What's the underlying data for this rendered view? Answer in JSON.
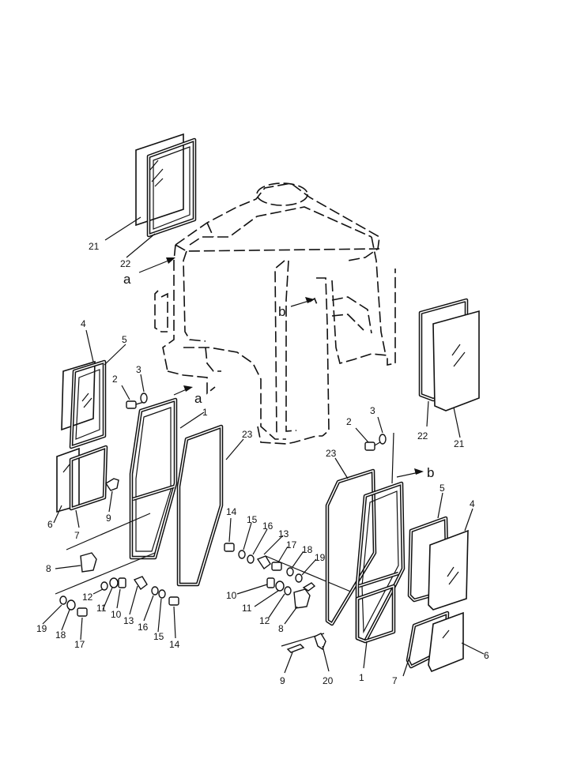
{
  "diagram": {
    "view_arrows": [
      "a",
      "b"
    ],
    "labels": {
      "top": [
        "21",
        "22"
      ],
      "left_door": [
        "4",
        "5",
        "6",
        "7",
        "2",
        "3",
        "1",
        "23",
        "9"
      ],
      "left_hardware": [
        "8",
        "12",
        "11",
        "10",
        "13",
        "16",
        "15",
        "14",
        "19",
        "18",
        "17"
      ],
      "center_hardware": [
        "14",
        "15",
        "16",
        "13",
        "17",
        "18",
        "19",
        "10",
        "11",
        "12",
        "8"
      ],
      "right_window": [
        "22",
        "21"
      ],
      "right_door": [
        "2",
        "3",
        "23",
        "5",
        "4",
        "6",
        "7",
        "1",
        "9",
        "20"
      ]
    }
  }
}
